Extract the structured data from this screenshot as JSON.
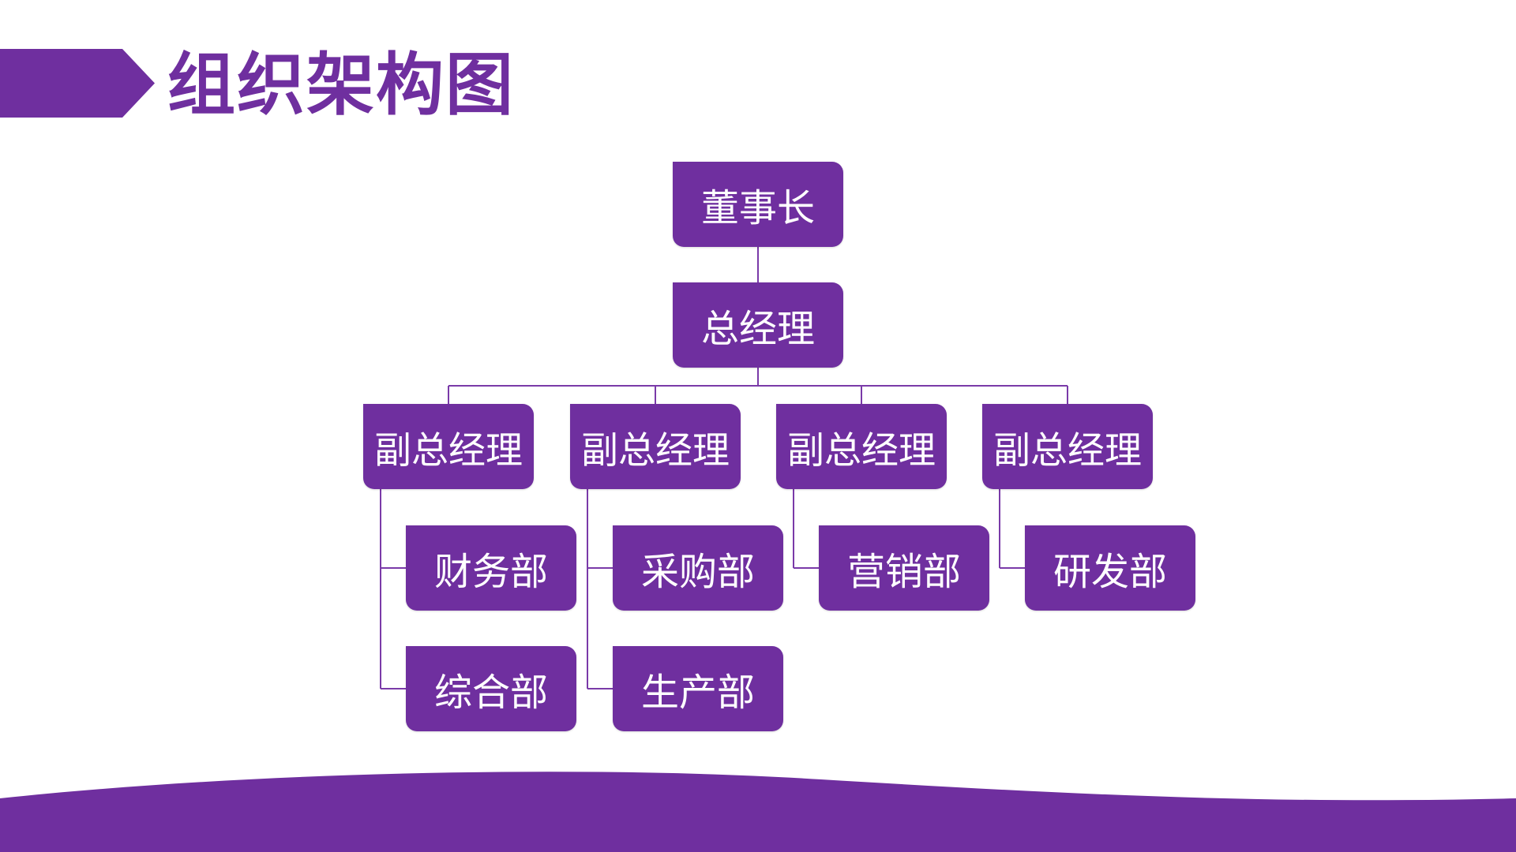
{
  "title": "组织架构图",
  "colors": {
    "accent": "#6f2f9f",
    "line": "#7a3aa8",
    "background": "#ffffff"
  },
  "org": {
    "chairman": "董事长",
    "general_manager": "总经理",
    "vice_presidents": [
      {
        "label": "副总经理",
        "departments": [
          "财务部",
          "综合部"
        ]
      },
      {
        "label": "副总经理",
        "departments": [
          "采购部",
          "生产部"
        ]
      },
      {
        "label": "副总经理",
        "departments": [
          "营销部"
        ]
      },
      {
        "label": "副总经理",
        "departments": [
          "研发部"
        ]
      }
    ]
  }
}
